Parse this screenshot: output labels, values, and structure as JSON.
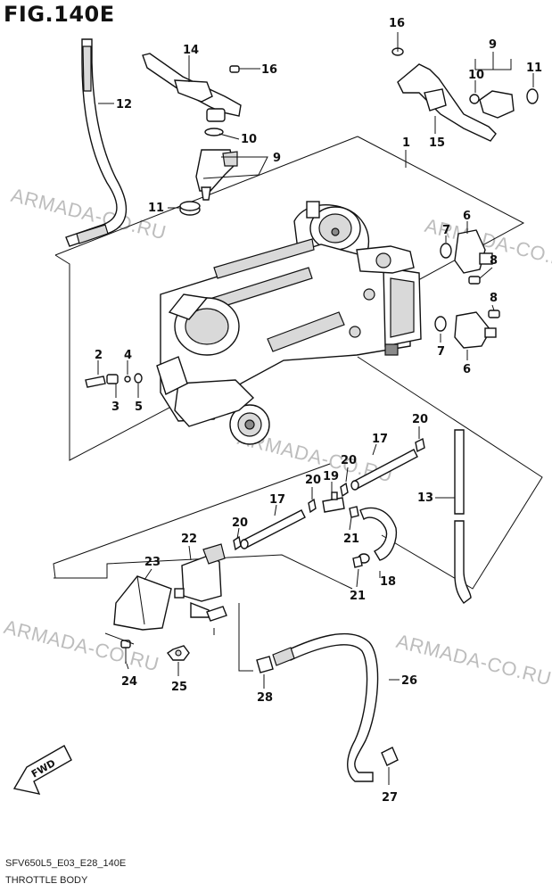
{
  "figure": {
    "title": "FIG.140E",
    "code": "SFV650L5_E03_E28_140E",
    "name": "THROTTLE BODY"
  },
  "watermark": "ARMADA-CO.RU",
  "fwd_label": "FWD",
  "callouts": {
    "c1": "1",
    "c2": "2",
    "c3": "3",
    "c4": "4",
    "c5": "5",
    "c6a": "6",
    "c6b": "6",
    "c7a": "7",
    "c7b": "7",
    "c8a": "8",
    "c8b": "8",
    "c9a": "9",
    "c9b": "9",
    "c10a": "10",
    "c10b": "10",
    "c11a": "11",
    "c11b": "11",
    "c12": "12",
    "c13": "13",
    "c14": "14",
    "c15": "15",
    "c16a": "16",
    "c16b": "16",
    "c17a": "17",
    "c17b": "17",
    "c18": "18",
    "c19": "19",
    "c20a": "20",
    "c20b": "20",
    "c20c": "20",
    "c20d": "20",
    "c21a": "21",
    "c21b": "21",
    "c22": "22",
    "c23": "23",
    "c24": "24",
    "c25": "25",
    "c26": "26",
    "c27": "27",
    "c28": "28"
  }
}
